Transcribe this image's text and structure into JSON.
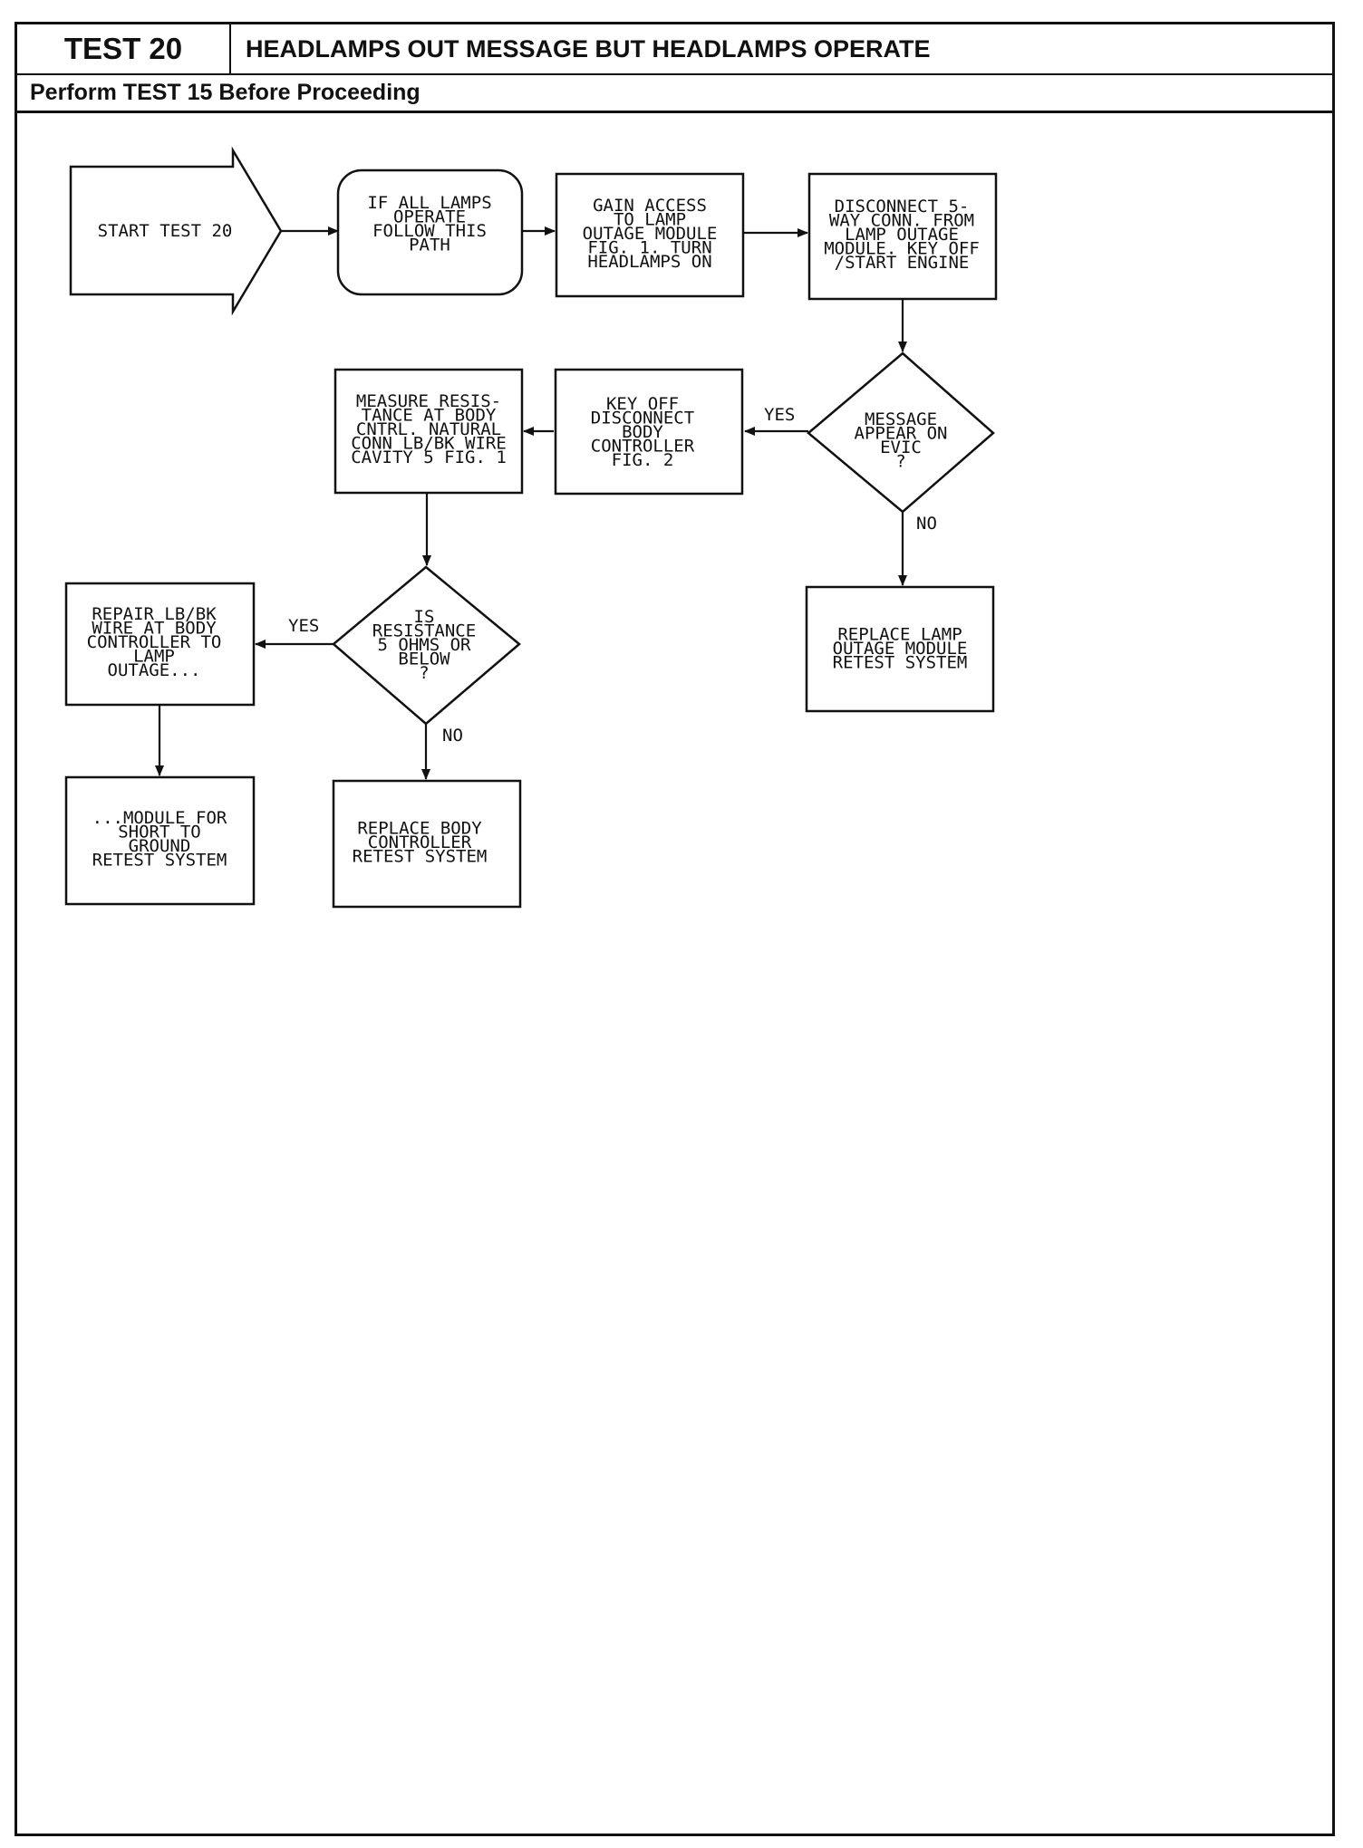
{
  "header": {
    "test_label": "TEST 20",
    "title": "HEADLAMPS OUT MESSAGE BUT HEADLAMPS OPERATE",
    "prerequisite": "Perform TEST 15 Before Proceeding"
  },
  "flowchart": {
    "start": [
      "START TEST 20"
    ],
    "n1": [
      "IF ALL LAMPS",
      "OPERATE",
      "FOLLOW THIS",
      "PATH"
    ],
    "n2": [
      "GAIN ACCESS",
      "TO LAMP",
      "OUTAGE MODULE",
      "FIG. 1. TURN",
      "HEADLAMPS ON"
    ],
    "n3": [
      "DISCONNECT 5-",
      "WAY CONN. FROM",
      "LAMP OUTAGE",
      "MODULE. KEY OFF",
      "/START ENGINE"
    ],
    "d1": [
      "MESSAGE",
      "APPEAR ON",
      "EVIC",
      "?"
    ],
    "n4": [
      "KEY OFF",
      "DISCONNECT",
      "BODY",
      "CONTROLLER",
      "FIG. 2"
    ],
    "n5": [
      "MEASURE RESIS-",
      "TANCE AT BODY",
      "CNTRL. NATURAL",
      "CONN LB/BK WIRE",
      "CAVITY 5 FIG. 1"
    ],
    "n6": [
      "REPLACE LAMP",
      "OUTAGE MODULE",
      "RETEST SYSTEM"
    ],
    "d2": [
      "IS",
      "RESISTANCE",
      "5 OHMS OR",
      "BELOW",
      "?"
    ],
    "n7": [
      "REPAIR LB/BK",
      "WIRE AT BODY",
      "CONTROLLER TO",
      "LAMP",
      "OUTAGE..."
    ],
    "n8": [
      "...MODULE FOR",
      "SHORT TO",
      "GROUND",
      "RETEST SYSTEM"
    ],
    "n9": [
      "REPLACE BODY",
      "CONTROLLER",
      "RETEST SYSTEM"
    ],
    "labels": {
      "d1_yes": "YES",
      "d1_no": "NO",
      "d2_yes": "YES",
      "d2_no": "NO"
    }
  }
}
